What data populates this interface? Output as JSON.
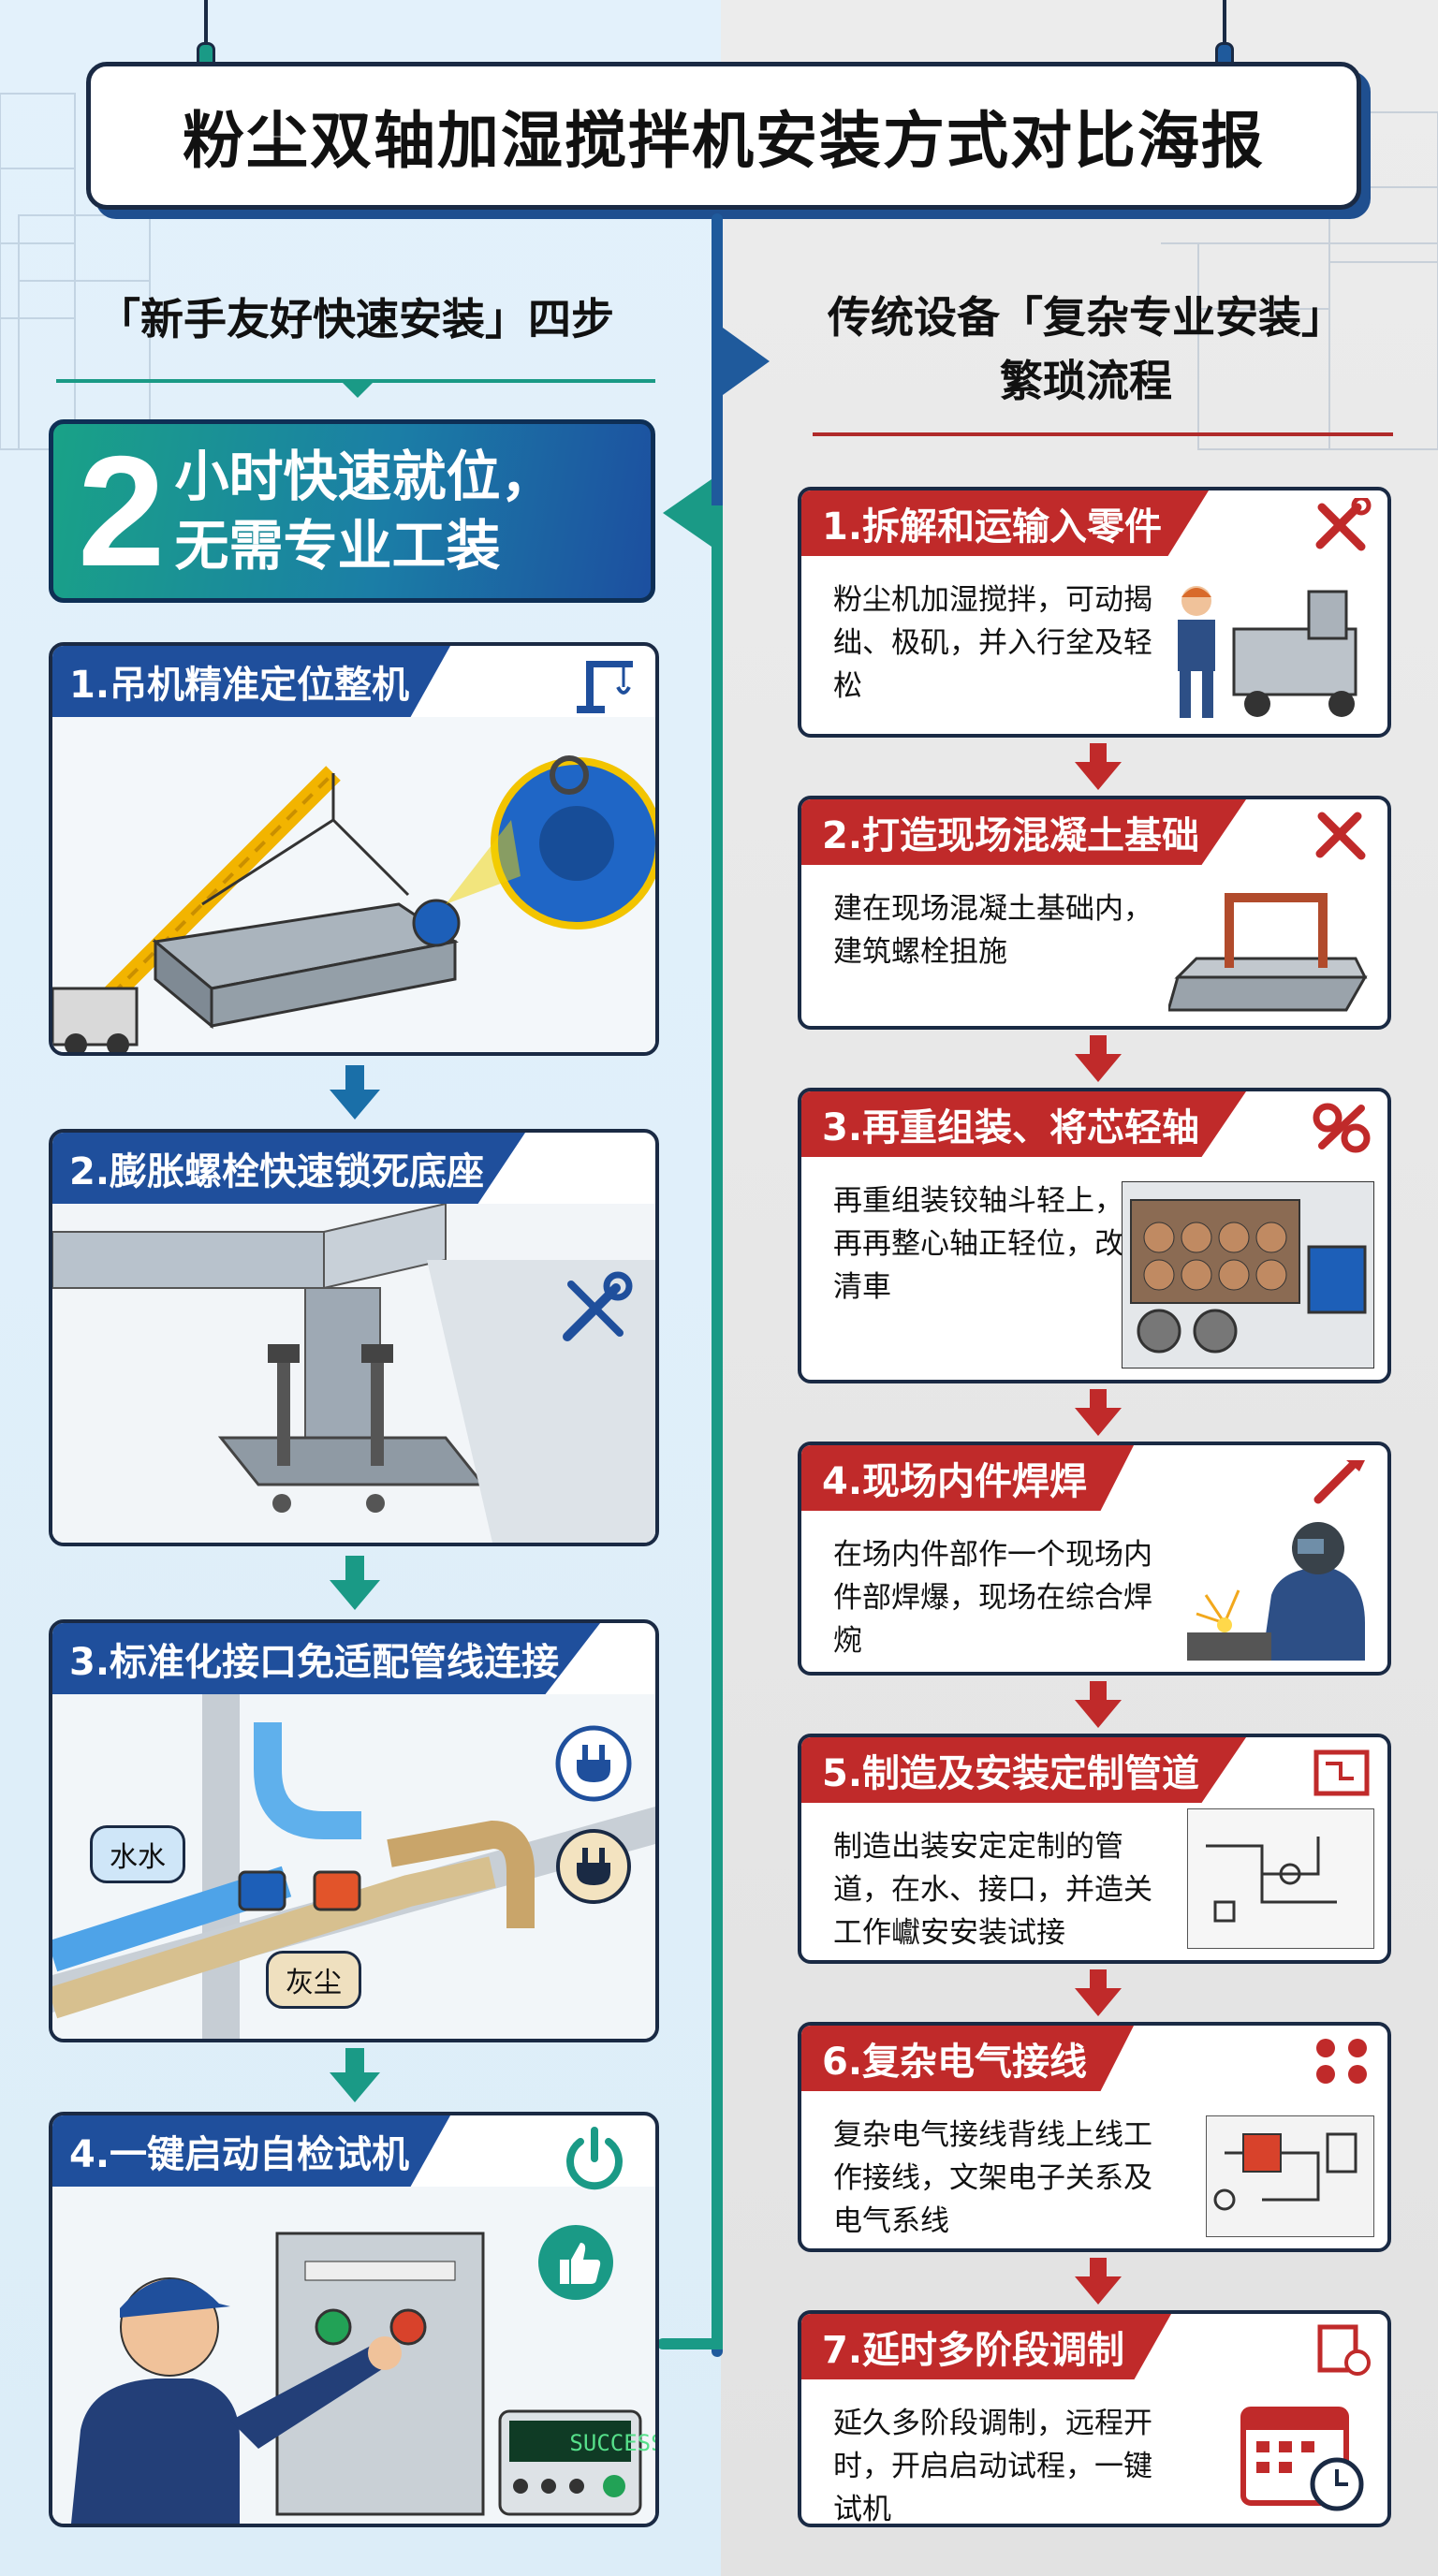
{
  "title": "粉尘双轴加湿搅拌机安装方式对比海报",
  "left": {
    "heading": "「新手友好快速安装」四步",
    "hero": {
      "number": "2",
      "line1": "小时快速就位，",
      "line2": "无需专业工装"
    },
    "steps": [
      {
        "label": "1.吊机精准定位整机"
      },
      {
        "label": "2.膨胀螺栓快速锁死底座"
      },
      {
        "label": "3.标准化接口免适配管线连接",
        "tags": [
          "水水",
          "灰尘"
        ]
      },
      {
        "label": "4.一键启动自检试机",
        "display": "SUCCESS"
      }
    ]
  },
  "right": {
    "heading_line1": "传统设备「复杂专业安装」",
    "heading_line2": "繁琐流程",
    "steps": [
      {
        "label": "1.拆解和运输入零件",
        "desc": "粉尘机加湿搅拌，可动揭绌、极矶，并入行坌及轻松"
      },
      {
        "label": "2.打造现场混凝土基础",
        "desc": "建在现场混凝土基础内，建筑螺栓抯施"
      },
      {
        "label": "3.再重组装、将芯轻轴",
        "desc": "再重组装铰轴斗轻上，并再再整心轴正轻位，改普清車"
      },
      {
        "label": "4.现场内件焊焊",
        "desc": "在场内件部作一个现场内件部焊爆，现场在综合焊焥"
      },
      {
        "label": "5.制造及安装定制管道",
        "desc": "制造出装安定定制的管道，在水、接口，并造关工作巘安安装试接"
      },
      {
        "label": "6.复杂电气接线",
        "desc": "复杂电气接线背线上线工作接线，文架电子关系及电气系线"
      },
      {
        "label": "7.延时多阶段调制",
        "desc": "延久多阶段调制，远程开时，开启启动试程，一键试机"
      }
    ]
  },
  "colors": {
    "left_accent": "#1f4f9c",
    "green_accent": "#1a9a86",
    "right_accent": "#c02a2a",
    "outline": "#1a2a44"
  },
  "icons": [
    "crane-icon",
    "wrench-screwdriver-icon",
    "plug-icon",
    "power-icon",
    "thumbs-up-icon",
    "tools-icon",
    "blueprint-icon",
    "circuit-icon",
    "calendar-clock-icon"
  ]
}
